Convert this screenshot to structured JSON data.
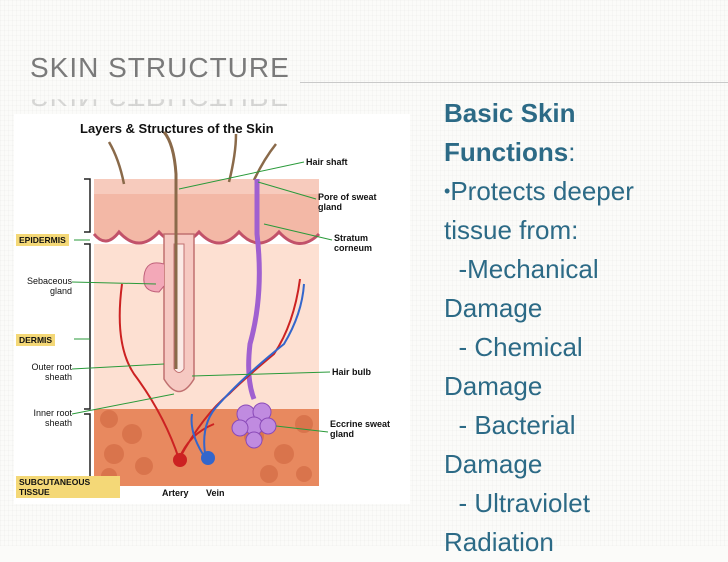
{
  "slide": {
    "title": "SKIN STRUCTURE"
  },
  "figure": {
    "title": "Layers & Structures of the Skin",
    "labels_left": {
      "epidermis": "EPIDERMIS",
      "sebaceous": "Sebaceous gland",
      "dermis": "DERMIS",
      "outer_root": "Outer root sheath",
      "inner_root": "Inner root sheath",
      "subcutaneous": "SUBCUTANEOUS TISSUE"
    },
    "labels_right": {
      "hair_shaft": "Hair shaft",
      "pore": "Pore of sweat gland",
      "stratum": "Stratum corneum",
      "hair_bulb": "Hair bulb",
      "eccrine": "Eccrine sweat gland"
    },
    "labels_bottom": {
      "artery": "Artery",
      "vein": "Vein"
    },
    "colors": {
      "epidermis": "#f3b8a6",
      "dermis": "#fde0d2",
      "subcutaneous": "#e8895f",
      "artery": "#cc2222",
      "vein": "#3366cc",
      "gland": "#b070d8"
    }
  },
  "functions": {
    "heading_1": "Basic Skin",
    "heading_2": "Functions",
    "colon": ":",
    "bullet": "•",
    "line1": "Protects deeper",
    "line2": "tissue from:",
    "items": [
      "  -Mechanical",
      "Damage",
      "  - Chemical",
      "Damage",
      "  - Bacterial",
      "Damage",
      "  - Ultraviolet",
      "Radiation"
    ]
  }
}
